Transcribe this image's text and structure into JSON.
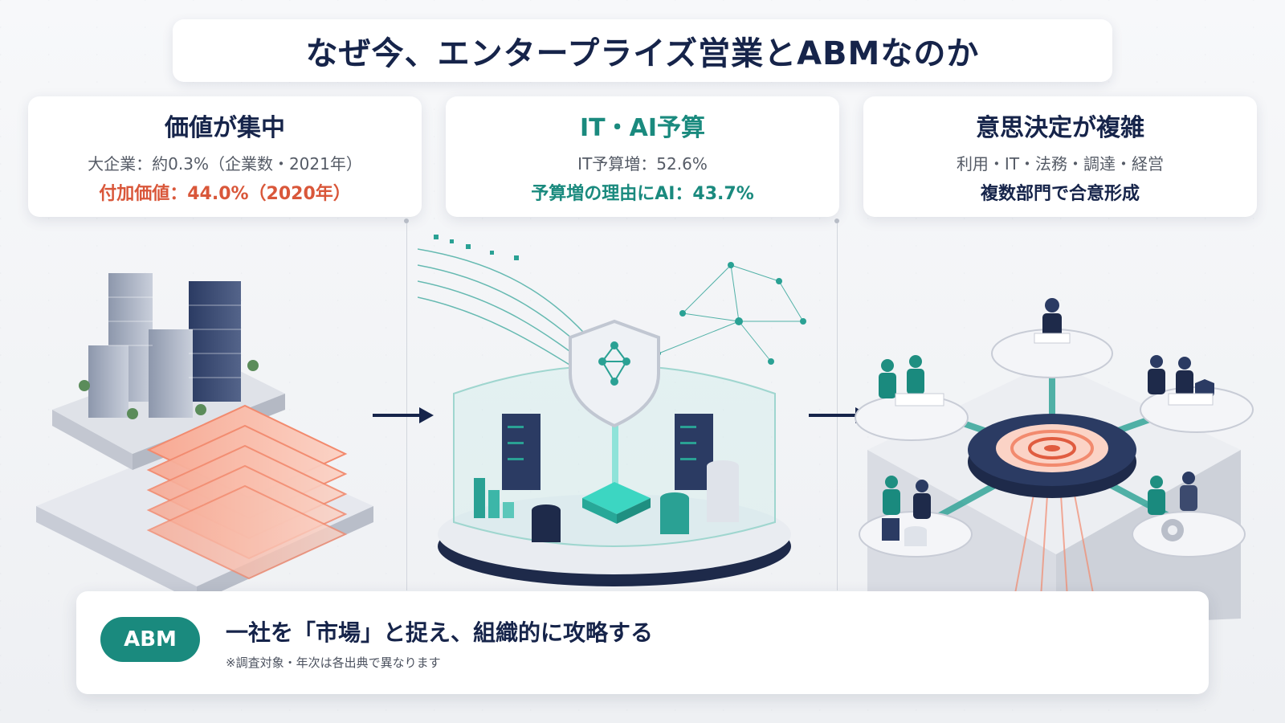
{
  "title": "なぜ今、エンタープライズ営業とABMなのか",
  "cards": [
    {
      "heading": "価値が集中",
      "line1": "大企業：約0.3%（企業数・2021年）",
      "line2": "付加価値：44.0%（2020年）",
      "illustration": "enterprise-buildings"
    },
    {
      "heading": "IT・AI予算",
      "line1": "IT予算増：52.6%",
      "line2": "予算増の理由にAI：43.7%",
      "illustration": "ai-data-center"
    },
    {
      "heading": "意思決定が複雑",
      "line1": "利用・IT・法務・調達・経営",
      "line2": "複数部門で合意形成",
      "illustration": "stakeholder-hub"
    }
  ],
  "bottom": {
    "badge": "ABM",
    "tagline": "一社を「市場」と捉え、組織的に攻略する",
    "note": "※調査対象・年次は各出典で異なります"
  },
  "colors": {
    "navy": "#16244a",
    "teal": "#1a8a7e",
    "accent_red": "#d9573a"
  },
  "icons": [
    "arrow-right-icon",
    "arrow-right-icon",
    "shield-icon"
  ]
}
